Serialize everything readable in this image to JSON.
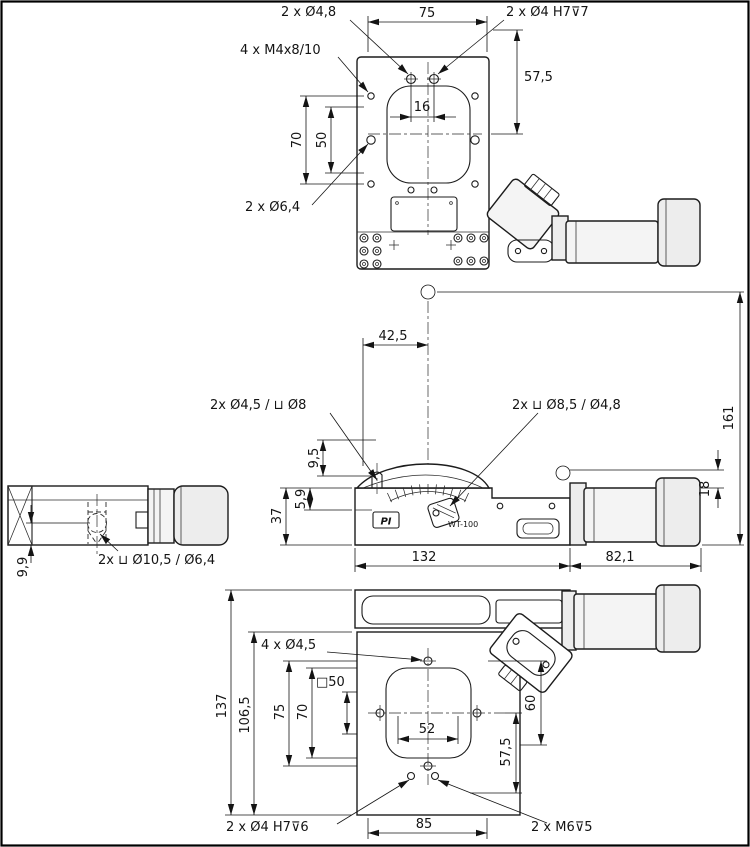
{
  "top_view": {
    "callout_holes": "2 x Ø4,8",
    "dim_top_width": "75",
    "callout_pins": "2 x Ø4 H7⊽7",
    "callout_threads": "4 x M4x8/10",
    "dim_right": "57,5",
    "dim_pin_spacing": "16",
    "dim_hole_span_outer": "70",
    "dim_hole_span_inner": "50",
    "callout_counterbores": "2 x Ø6,4"
  },
  "side_view": {
    "dim_center_offset": "42,5",
    "callout_left": "2x Ø4,5 / ⊔ Ø8",
    "callout_right": "2x ⊔ Ø8,5 / Ø4,8",
    "dim_total_height": "161",
    "dim_motor_offset": "18",
    "dim_platform": "9,5",
    "dim_base_height": "37",
    "dim_step": "5,9",
    "dim_body_length": "132",
    "dim_motor_length": "82,1",
    "brand": "PI",
    "model": "WT-100"
  },
  "left_view": {
    "dim_hole_offset": "9,9",
    "callout_counterbores": "2x ⊔ Ø10,5 / Ø6,4"
  },
  "bottom_view": {
    "callout_holes": "4 x Ø4,5",
    "dim_total_height": "137",
    "dim_plate_height": "106,5",
    "dim_hole_span_outer": "75",
    "dim_hole_span_inner": "70",
    "dim_square": "□50",
    "dim_opening_width": "52",
    "dim_right_upper": "60",
    "dim_right_lower": "57,5",
    "callout_pins": "2 x Ø4 H7⊽6",
    "dim_bottom_width": "85",
    "callout_threads": "2 x M6⊽5"
  }
}
